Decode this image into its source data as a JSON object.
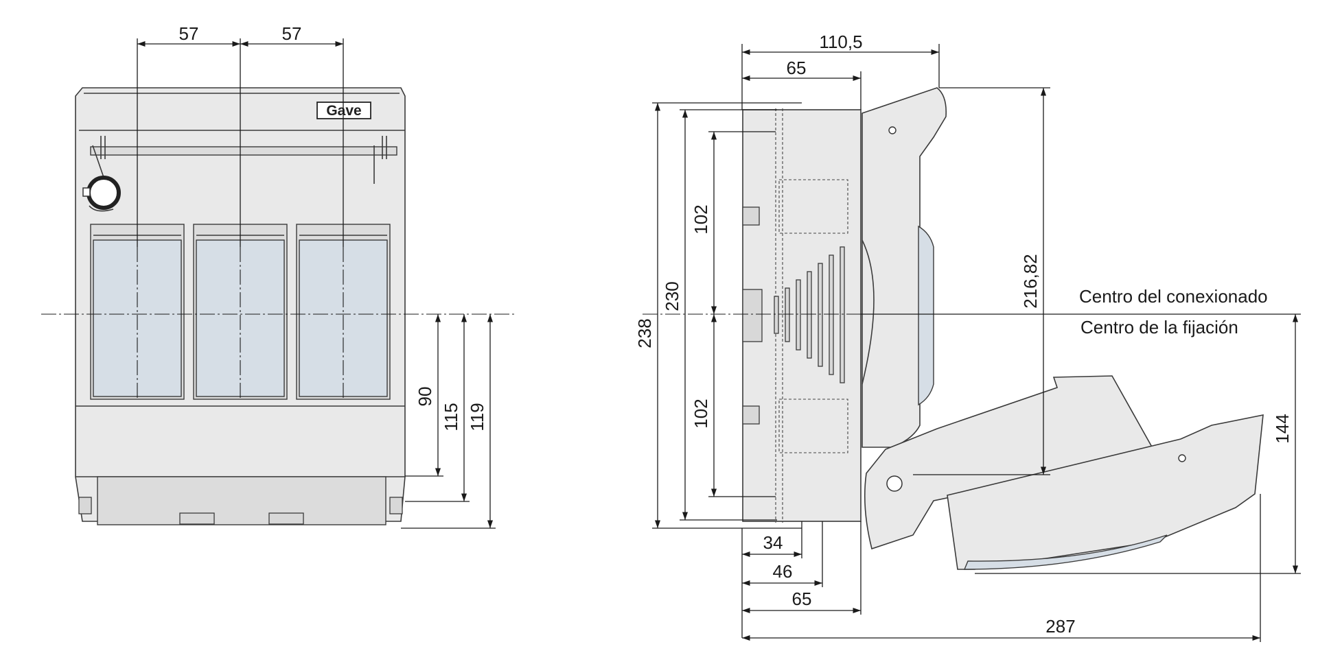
{
  "front_view": {
    "logo": "Gave",
    "dimensions": {
      "pole_spacing_1": "57",
      "pole_spacing_2": "57",
      "to_bottom_cover": "90",
      "to_mounting_edge": "115",
      "to_bottom_edge": "119"
    }
  },
  "side_view": {
    "dimensions": {
      "overall_width_open": "110,5",
      "depth_top": "65",
      "height_upper_102": "102",
      "height_lower_102": "102",
      "height_230": "230",
      "height_238": "238",
      "height_216_82": "216,82",
      "height_144": "144",
      "depth_34": "34",
      "depth_46": "46",
      "depth_65_bottom": "65",
      "overall_287": "287"
    },
    "labels": {
      "connection_center": "Centro del conexionado",
      "mounting_center": "Centro de la fijación"
    }
  }
}
